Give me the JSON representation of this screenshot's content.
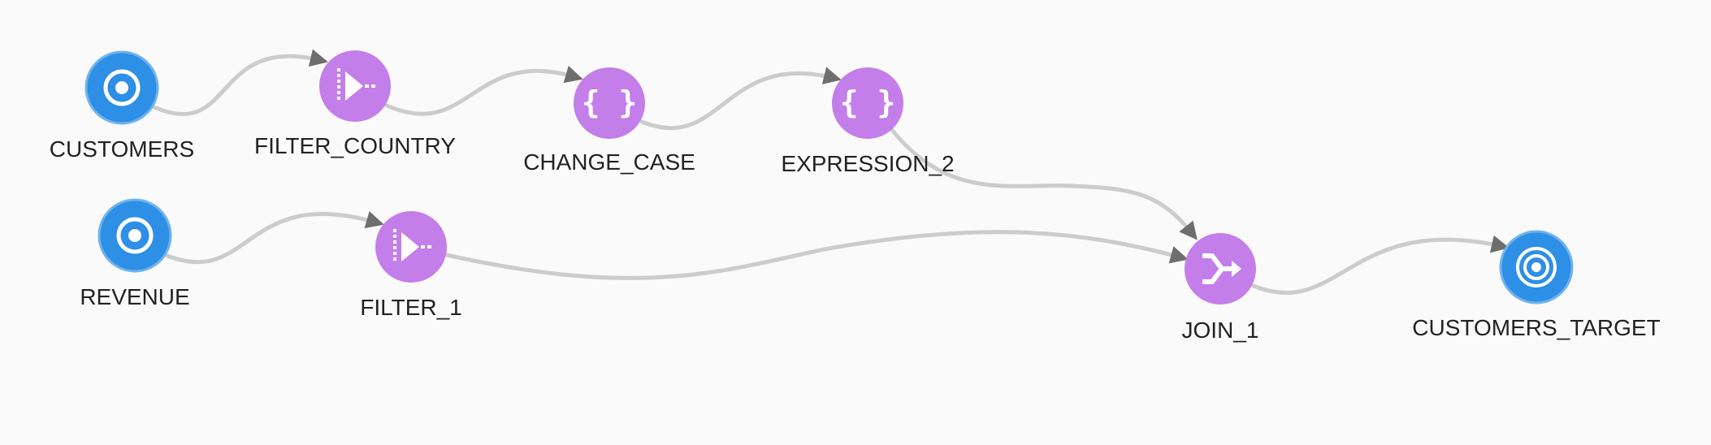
{
  "colors": {
    "background": "#fafafa",
    "data_node": "#2d8fe5",
    "data_node_stroke": "#6fb3ef",
    "operator_node": "#c47ee9",
    "link": "#cccccc",
    "arrow": "#6e6e6e",
    "glyph": "#ffffff"
  },
  "nodes": [
    {
      "id": "customers",
      "label": "CUSTOMERS",
      "kind": "source",
      "icon": "source-target-icon"
    },
    {
      "id": "filter_country",
      "label": "FILTER_COUNTRY",
      "kind": "operator",
      "icon": "filter-icon"
    },
    {
      "id": "change_case",
      "label": "CHANGE_CASE",
      "kind": "operator",
      "icon": "expression-braces-icon"
    },
    {
      "id": "expression_2",
      "label": "EXPRESSION_2",
      "kind": "operator",
      "icon": "expression-braces-icon"
    },
    {
      "id": "revenue",
      "label": "REVENUE",
      "kind": "source",
      "icon": "source-target-icon"
    },
    {
      "id": "filter_1",
      "label": "FILTER_1",
      "kind": "operator",
      "icon": "filter-icon"
    },
    {
      "id": "join_1",
      "label": "JOIN_1",
      "kind": "operator",
      "icon": "join-icon"
    },
    {
      "id": "customers_target",
      "label": "CUSTOMERS_TARGET",
      "kind": "target",
      "icon": "target-icon"
    }
  ],
  "links": [
    {
      "from": "customers",
      "to": "filter_country"
    },
    {
      "from": "filter_country",
      "to": "change_case"
    },
    {
      "from": "change_case",
      "to": "expression_2"
    },
    {
      "from": "expression_2",
      "to": "join_1"
    },
    {
      "from": "revenue",
      "to": "filter_1"
    },
    {
      "from": "filter_1",
      "to": "join_1"
    },
    {
      "from": "join_1",
      "to": "customers_target"
    }
  ]
}
